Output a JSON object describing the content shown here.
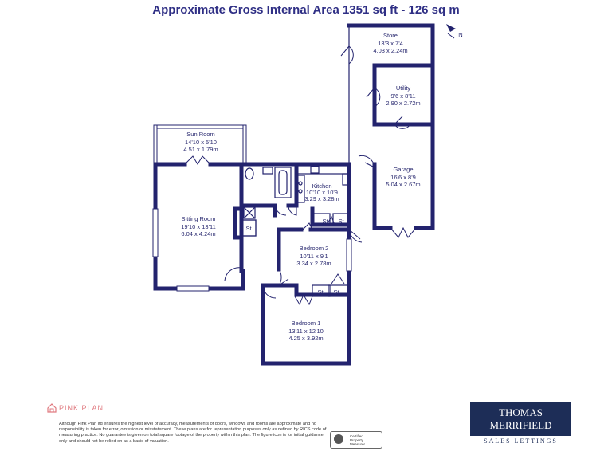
{
  "title": "Approximate Gross Internal Area 1351 sq ft - 126 sq m",
  "compass": "N",
  "rooms": {
    "store": {
      "name": "Store",
      "imperial": "13'3 x 7'4",
      "metric": "4.03 x 2.24m"
    },
    "utility": {
      "name": "Utility",
      "imperial": "9'6 x 8'11",
      "metric": "2.90 x 2.72m"
    },
    "sunroom": {
      "name": "Sun Room",
      "imperial": "14'10 x 5'10",
      "metric": "4.51 x 1.79m"
    },
    "kitchen": {
      "name": "Kitchen",
      "imperial": "10'10 x 10'9",
      "metric": "3.29 x 3.28m"
    },
    "garage": {
      "name": "Garage",
      "imperial": "16'6 x 8'9",
      "metric": "5.04 x 2.67m"
    },
    "sitting": {
      "name": "Sitting Room",
      "imperial": "19'10 x 13'11",
      "metric": "6.04 x 4.24m"
    },
    "bedroom2": {
      "name": "Bedroom 2",
      "imperial": "10'11 x 9'1",
      "metric": "3.34 x 2.78m"
    },
    "bedroom1": {
      "name": "Bedroom 1",
      "imperial": "13'11 x 12'10",
      "metric": "4.25 x 3.92m"
    }
  },
  "storage_label": "St",
  "footer": {
    "pinkplan": "PINK PLAN",
    "disclaimer": "Although Pink Plan ltd ensures the highest level of accuracy, measurements of doors, windows and rooms are approximate and no responsibility is taken for error, omission or misstatement. These plans are for representation purposes only as defined by RICS code of measuring practice. No guarantee is given on total square footage of the property within this plan. The figure icon is for initial guidance only and should not be relied on as a basis of valuation.",
    "rics_line1": "Certified",
    "rics_line2": "Property",
    "rics_line3": "Measurer",
    "brand_line1": "THOMAS",
    "brand_line2": "MERRIFIELD",
    "brand_sub": "SALES LETTINGS"
  }
}
